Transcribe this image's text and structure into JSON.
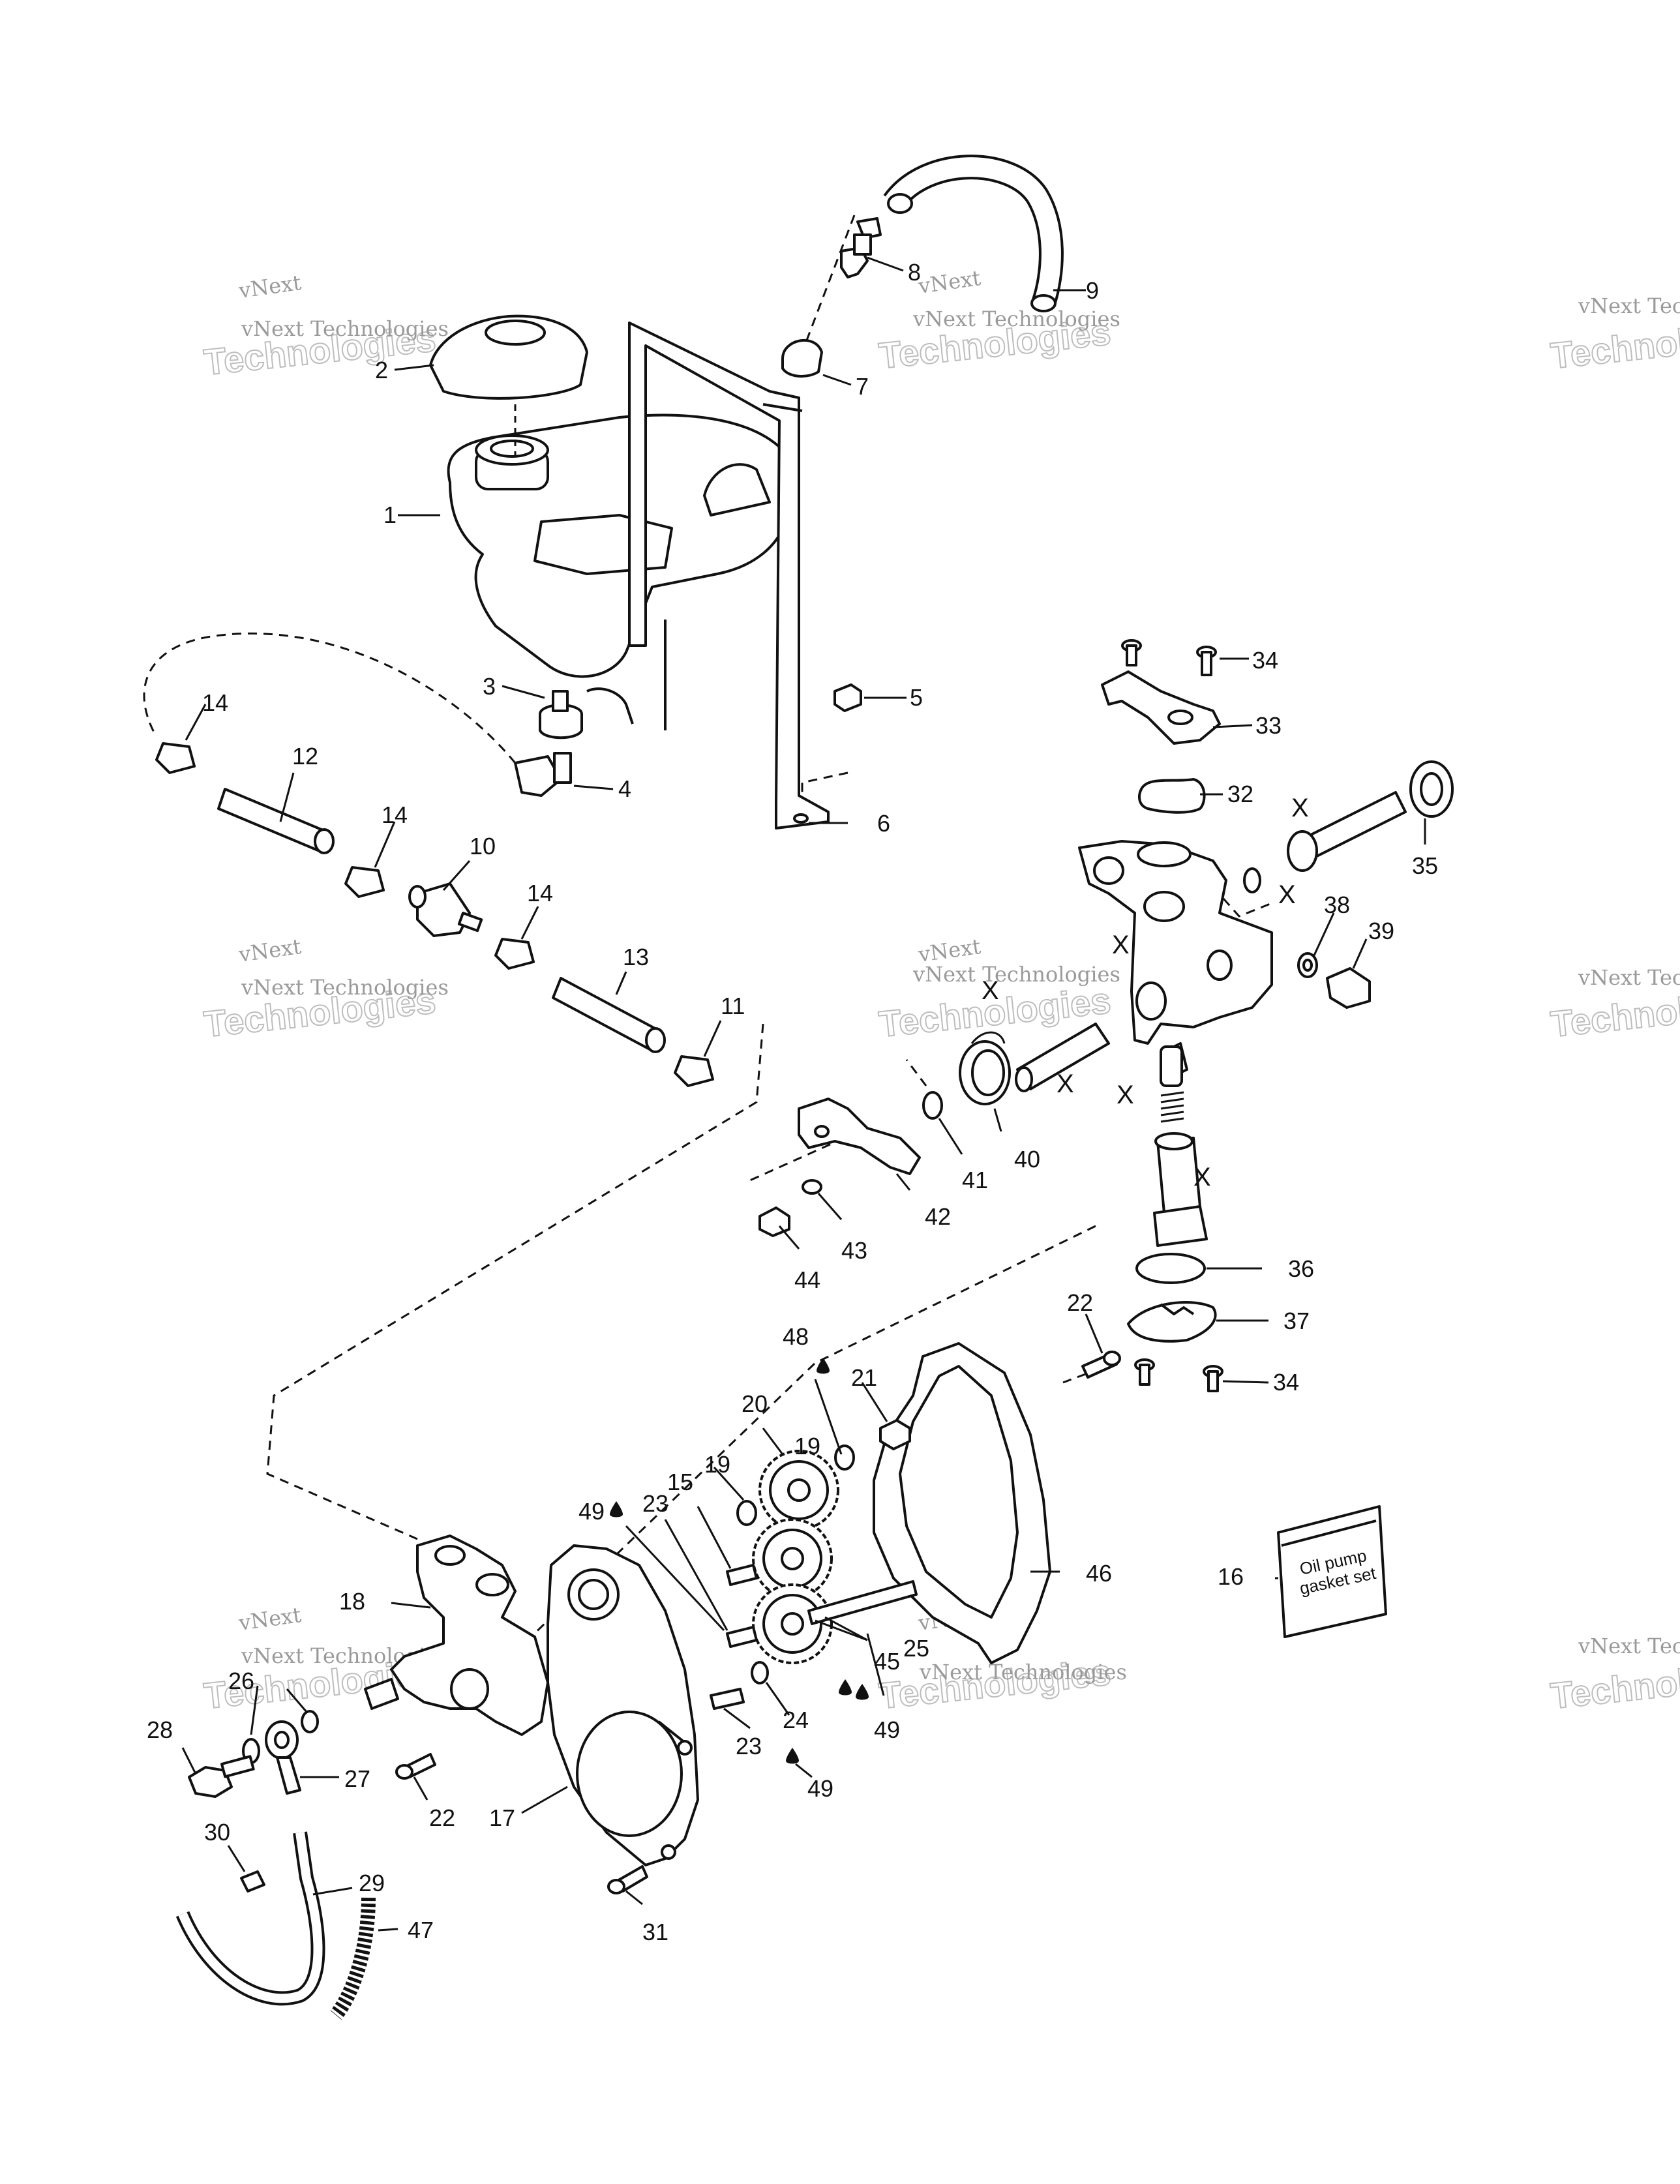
{
  "callouts": {
    "c1": "1",
    "c2": "2",
    "c3": "3",
    "c4": "4",
    "c5": "5",
    "c6": "6",
    "c7": "7",
    "c8": "8",
    "c9": "9",
    "c10": "10",
    "c11": "11",
    "c12": "12",
    "c13": "13",
    "c14a": "14",
    "c14b": "14",
    "c14c": "14",
    "c15": "15",
    "c16": "16",
    "c17": "17",
    "c18": "18",
    "c19a": "19",
    "c19b": "19",
    "c20": "20",
    "c21": "21",
    "c22a": "22",
    "c22b": "22",
    "c23a": "23",
    "c23b": "23",
    "c24": "24",
    "c25": "25",
    "c26": "26",
    "c27": "27",
    "c28": "28",
    "c29": "29",
    "c30": "30",
    "c31": "31",
    "c32": "32",
    "c33": "33",
    "c34a": "34",
    "c34b": "34",
    "c35": "35",
    "c36": "36",
    "c37": "37",
    "c38": "38",
    "c39": "39",
    "c40": "40",
    "c41": "41",
    "c42": "42",
    "c43": "43",
    "c44": "44",
    "c45": "45",
    "c46": "46",
    "c47": "47",
    "c48": "48",
    "c49a": "49",
    "c49b": "49",
    "c49c": "49"
  },
  "x_marks": [
    "X",
    "X",
    "X",
    "X",
    "X",
    "X",
    "X"
  ],
  "gasket_set_label": [
    "Oil pump",
    "gasket set"
  ],
  "watermark": {
    "line1": "vNext Technologies",
    "line2": "Technologies",
    "line3": "vNext"
  }
}
